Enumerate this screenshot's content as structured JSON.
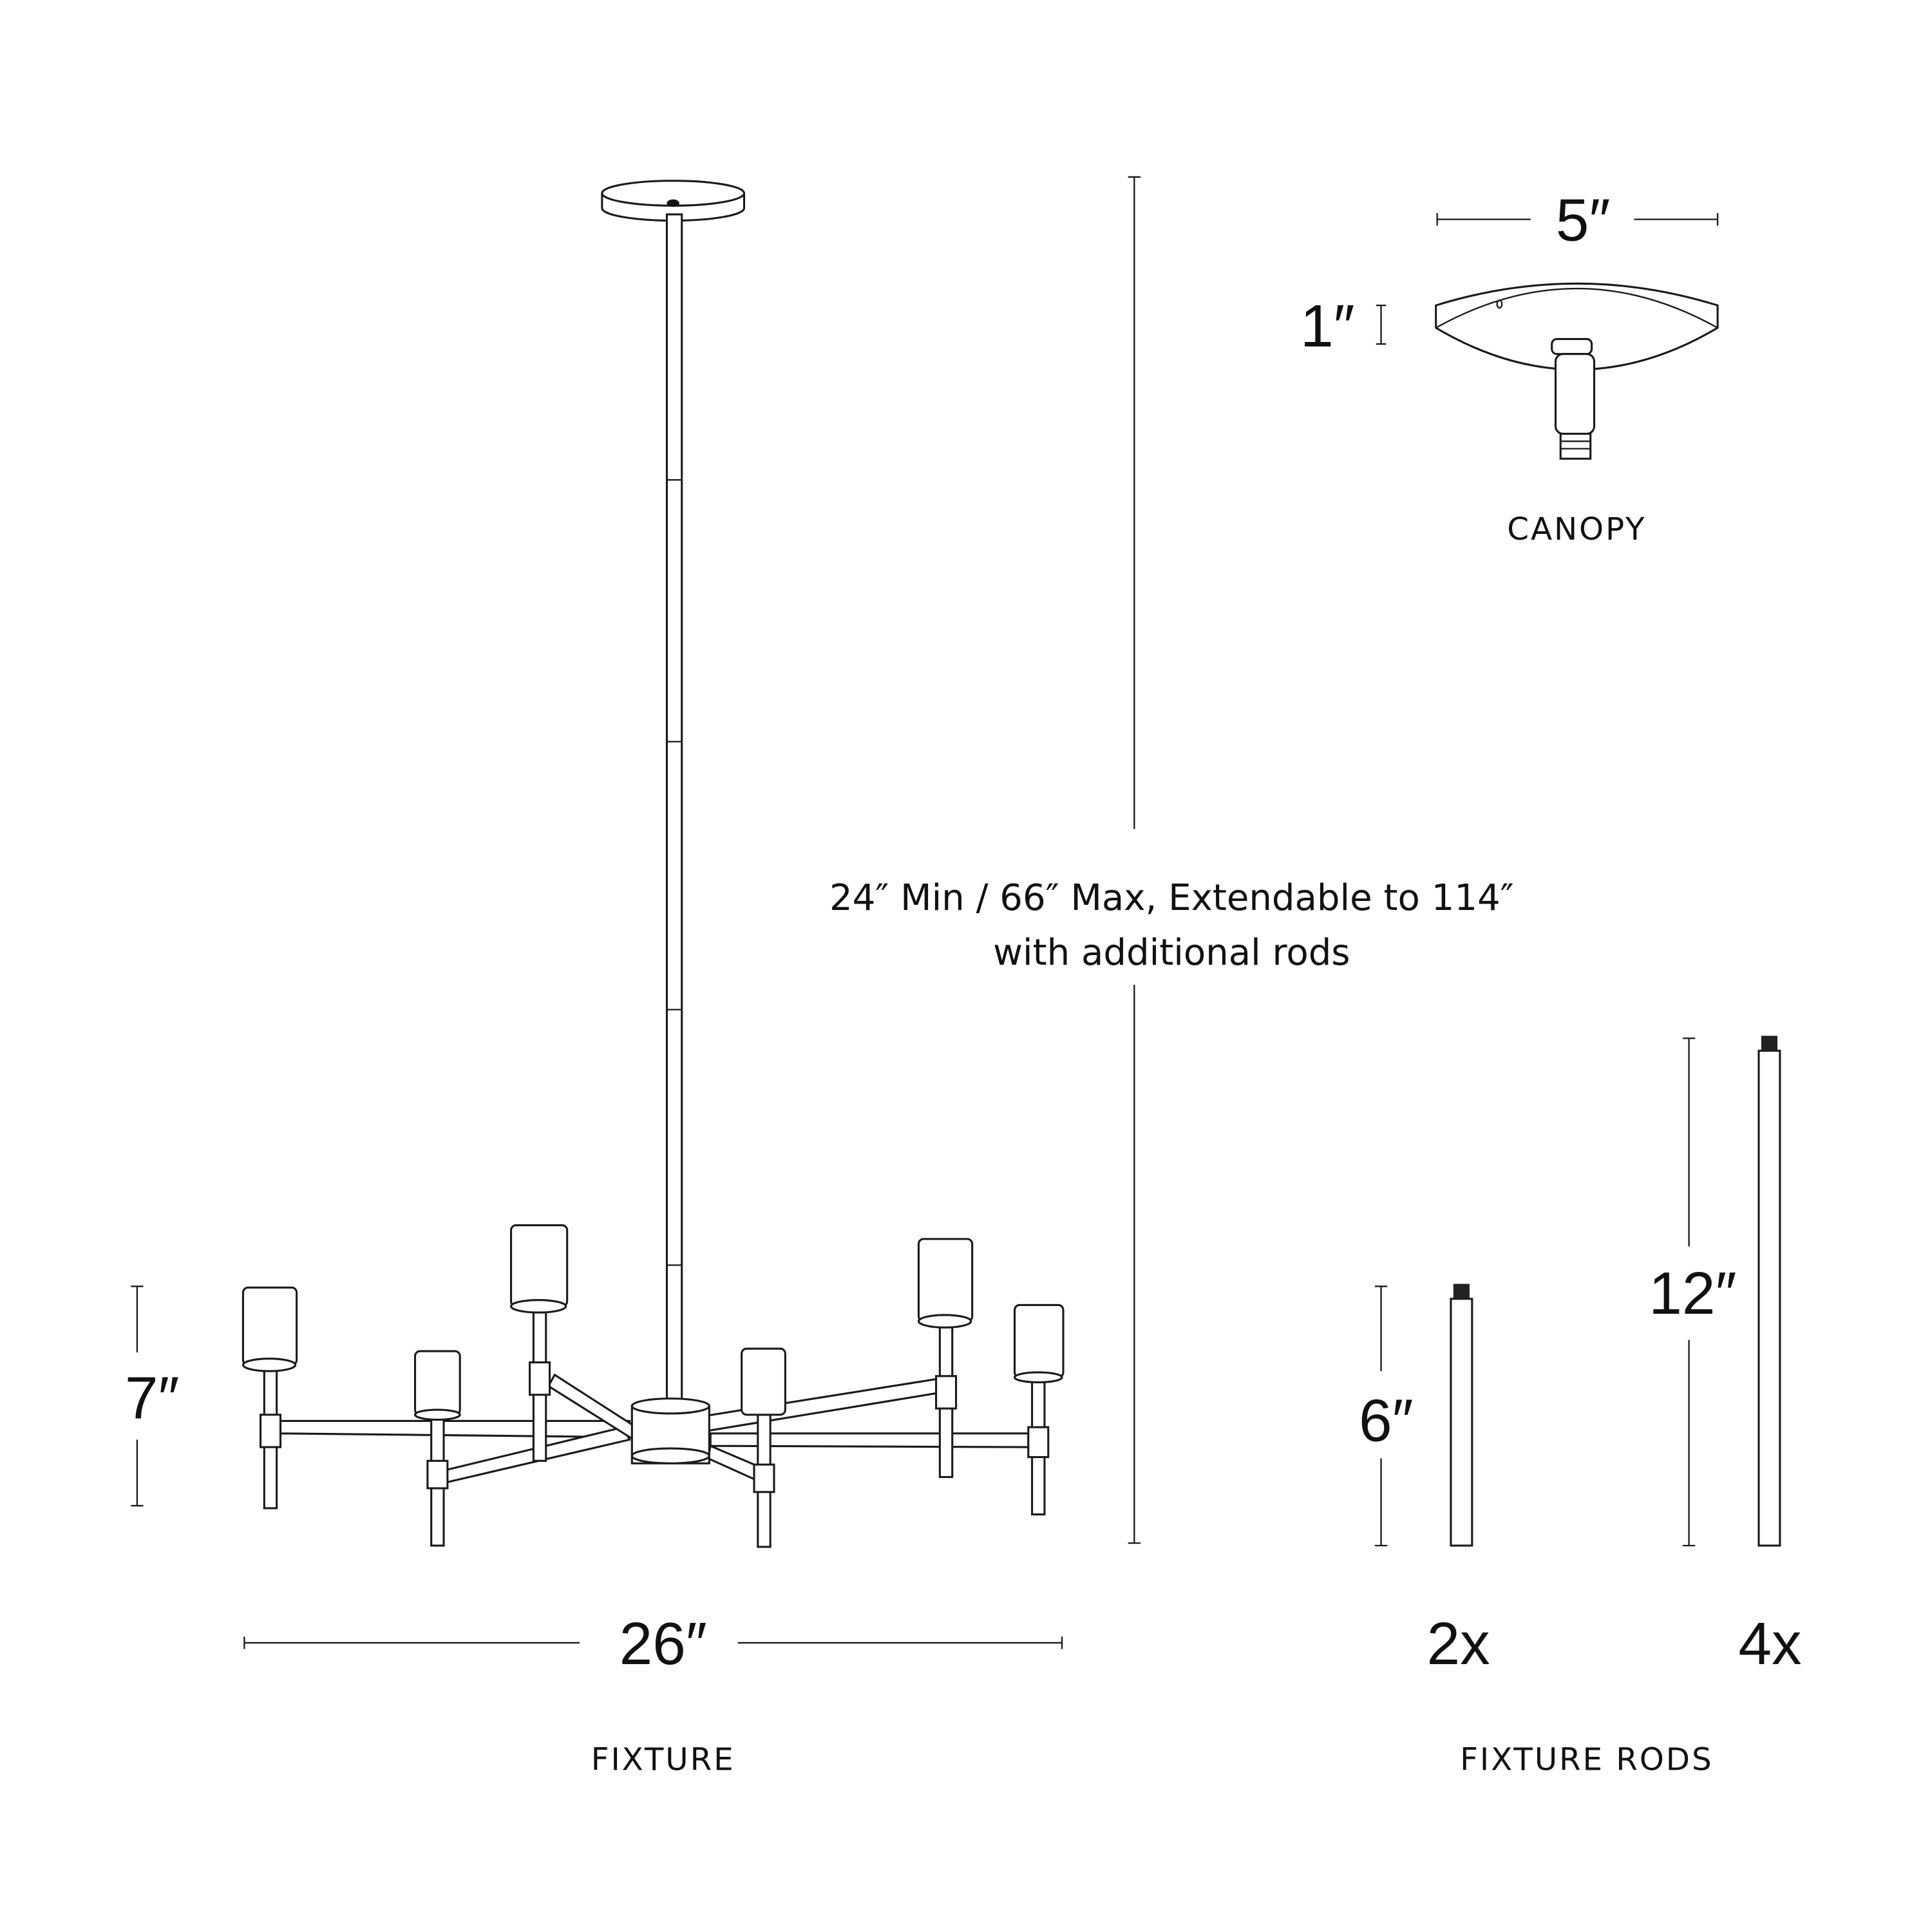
{
  "fixture": {
    "height_dim": "7″",
    "width_dim": "26″",
    "label": "FIXTURE",
    "overall_note_line1": "24″ Min / 66″ Max, Extendable to 114″",
    "overall_note_line2": "with additional rods"
  },
  "canopy": {
    "width_dim": "5″",
    "height_dim": "1″",
    "label": "CANOPY"
  },
  "rods": {
    "label": "FIXTURE RODS",
    "items": [
      {
        "length": "6″",
        "qty": "2x"
      },
      {
        "length": "12″",
        "qty": "4x"
      }
    ]
  },
  "colors": {
    "line": "#1a1a1a",
    "background": "#ffffff"
  }
}
